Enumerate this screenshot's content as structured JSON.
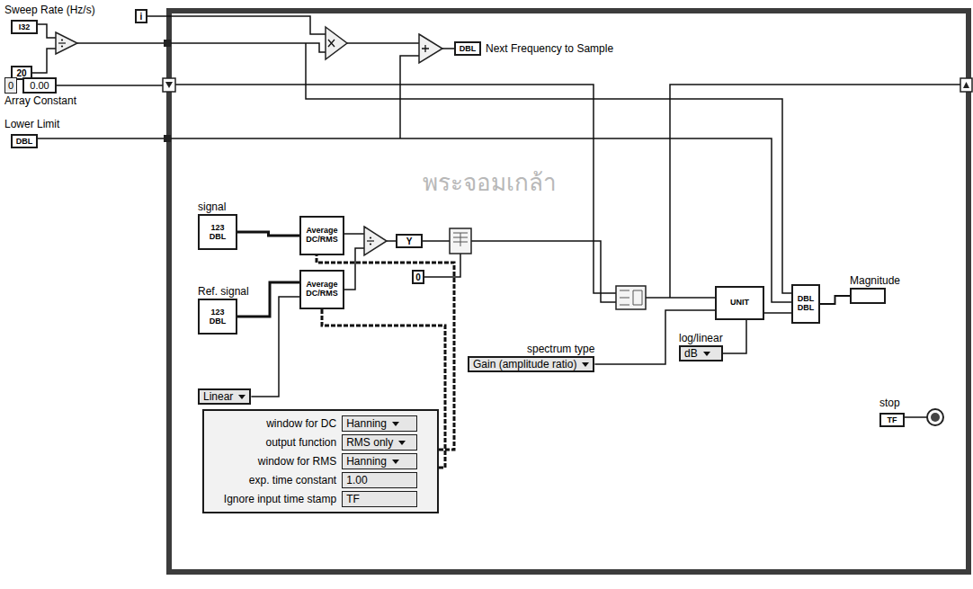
{
  "diagram": {
    "nodes": [
      {
        "text": [
          "Sweep Rate (Hz/s)",
          "I32"
        ]
      },
      {
        "text": [
          "20"
        ]
      },
      {
        "text": [
          "Lower Limit",
          "DBL"
        ]
      },
      {
        "text": [
          "0",
          "0.00",
          "Array Constant"
        ]
      },
      {
        "text": [
          "i"
        ]
      },
      {
        "text": [
          "DBL",
          "Next Frequency to Sample"
        ]
      },
      {
        "text": [
          "signal",
          "123",
          "DBL"
        ]
      },
      {
        "text": [
          "Ref. signal",
          "123",
          "DBL"
        ]
      },
      {
        "text": [
          "Average DC/RMS"
        ]
      },
      {
        "text": [
          "Average DC/RMS"
        ]
      },
      {
        "text": [
          "Y"
        ]
      },
      {
        "text": [
          "0"
        ]
      },
      {
        "text": [
          "spectrum type",
          "Gain (amplitude ratio)"
        ]
      },
      {
        "text": [
          "log/linear",
          "dB"
        ]
      },
      {
        "text": [
          "UNIT"
        ]
      },
      {
        "text": [
          "DBL",
          "DBL"
        ]
      },
      {
        "text": [
          "Magnitude"
        ]
      },
      {
        "text": [
          "Linear"
        ]
      },
      {
        "text": [
          "window for DC",
          "Hanning",
          "output function",
          "RMS only",
          "window for RMS",
          "Hanning",
          "exp. time constant",
          "1.00",
          "Ignore input time stamp",
          "TF"
        ]
      },
      {
        "text": [
          "stop",
          "TF"
        ]
      }
    ],
    "edges": [
      {
        "from": 6,
        "to": 8,
        "arrow": "none"
      },
      {
        "from": 7,
        "to": 9,
        "arrow": "none"
      },
      {
        "from": 17,
        "to": 9,
        "arrow": "none"
      },
      {
        "from": 18,
        "to": 8,
        "arrow": "none"
      },
      {
        "from": 18,
        "to": 9,
        "arrow": "none"
      },
      {
        "from": 12,
        "to": 14,
        "arrow": "none"
      },
      {
        "from": 13,
        "to": 14,
        "arrow": "none"
      },
      {
        "from": 14,
        "to": 15,
        "arrow": "none"
      },
      {
        "from": 15,
        "to": 16,
        "arrow": "none"
      }
    ],
    "labels": [
      "พระจอมเกล้า"
    ]
  }
}
